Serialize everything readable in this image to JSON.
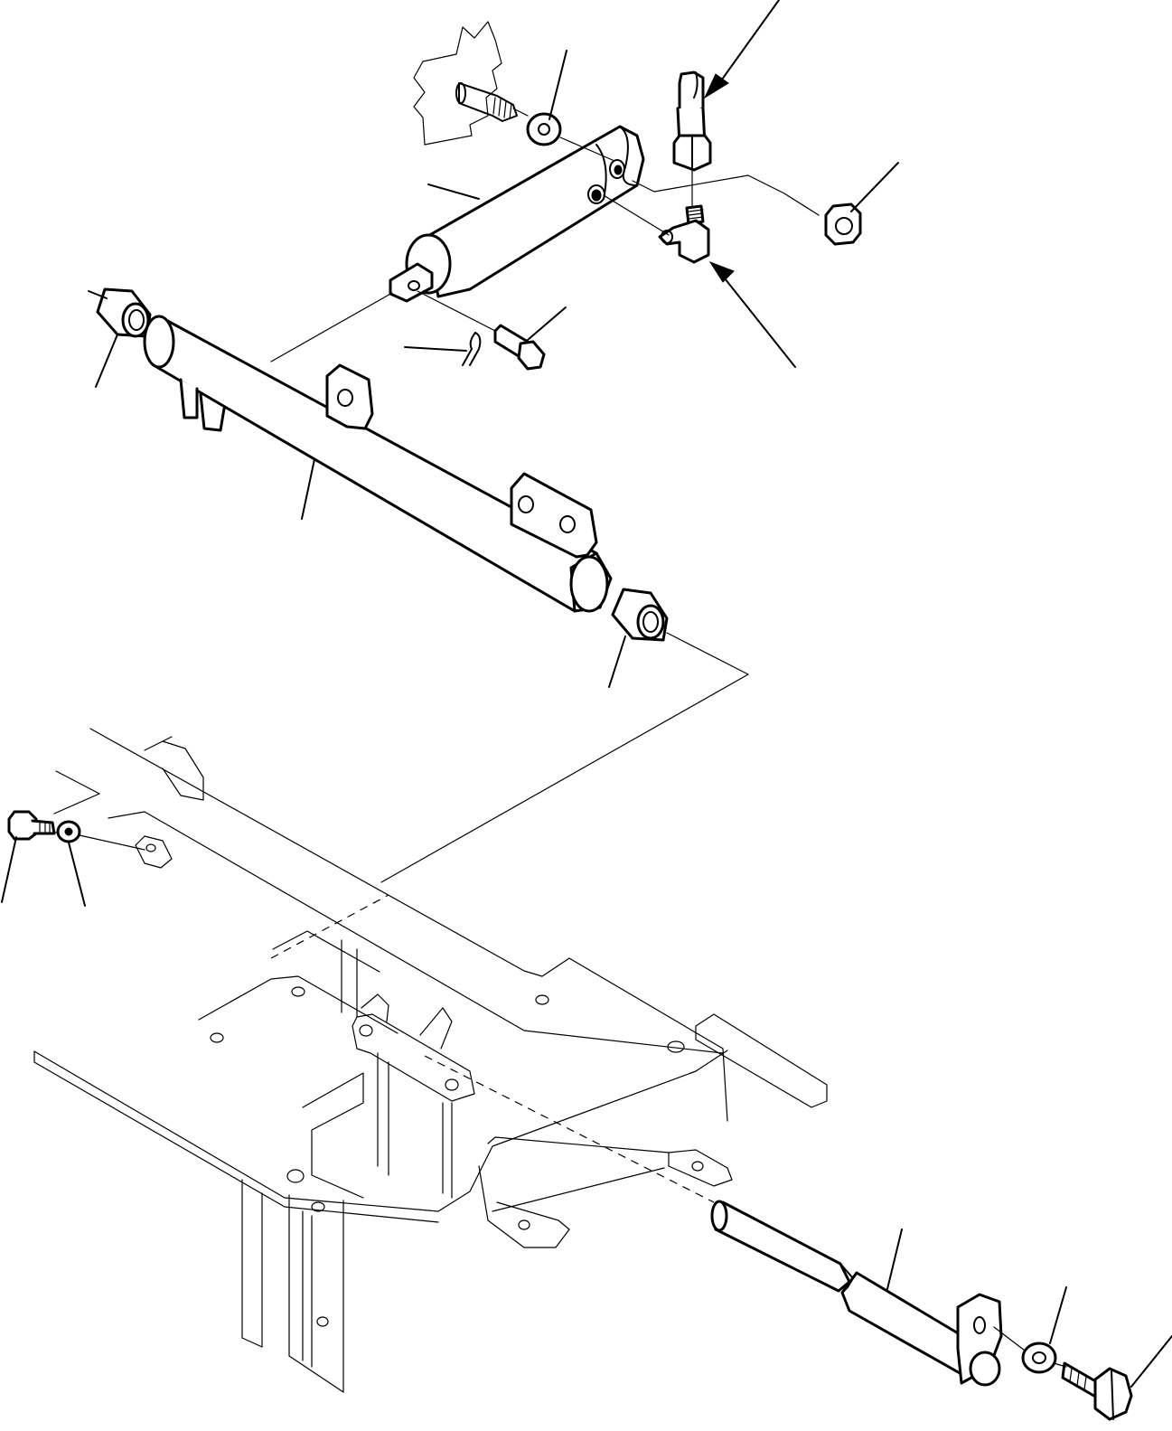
{
  "diagram": {
    "kind": "exploded parts drawing (unlabeled)",
    "parts": [
      "stud-bracket",
      "washer",
      "shaft-arm",
      "grease-fitting",
      "elbow-fitting",
      "lock-nut",
      "bushing",
      "cotter-pin",
      "clevis-pin",
      "pivot-tube",
      "frame",
      "bolt",
      "spring-washer",
      "pivot-pin",
      "washer",
      "bolt"
    ],
    "arrow_count": 2,
    "leader_count": 14
  }
}
